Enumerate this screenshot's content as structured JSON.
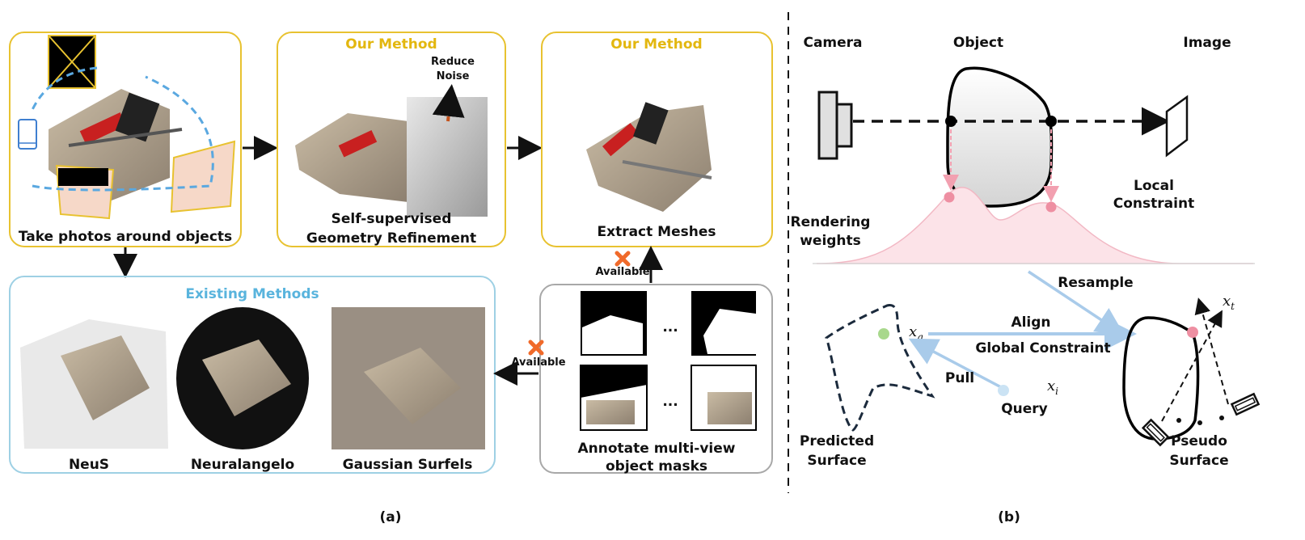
{
  "panel_a": {
    "caption": "(a)",
    "capture": {
      "label": "Take photos around objects"
    },
    "refine": {
      "title": "Our Method",
      "annotation_line1": "Reduce",
      "annotation_line2": "Noise",
      "label_line1": "Self-supervised",
      "label_line2": "Geometry Refinement"
    },
    "extract": {
      "title": "Our Method",
      "label": "Extract Meshes"
    },
    "existing": {
      "title": "Existing Methods",
      "methods": [
        "NeuS",
        "Neuralangelo",
        "Gaussian Surfels"
      ]
    },
    "masks": {
      "label_line1": "Annotate multi-view",
      "label_line2": "object masks",
      "ellipsis": "..."
    },
    "not_available_up": "Available",
    "not_available_left": "Available"
  },
  "panel_b": {
    "caption": "(b)",
    "camera": "Camera",
    "object": "Object",
    "image": "Image",
    "rendering_weights_line1": "Rendering",
    "rendering_weights_line2": "weights",
    "local_constraint_line1": "Local",
    "local_constraint_line2": "Constraint",
    "resample": "Resample",
    "align": "Align",
    "global_constraint": "Global Constraint",
    "pull": "Pull",
    "query": "Query",
    "x_q": "x",
    "x_q_sub": "q",
    "x_i": "x",
    "x_i_sub": "i",
    "x_t": "x",
    "x_t_sub": "t",
    "predicted_line1": "Predicted",
    "predicted_line2": "Surface",
    "pseudo_line1": "Pseudo",
    "pseudo_line2": "Surface"
  },
  "colors": {
    "our_method": "#E3B70F",
    "existing": "#59B4DD",
    "rendering_pink": "#F2A0B0",
    "arrow_blue": "#A9CBEA",
    "cross": "#F06A2A"
  }
}
